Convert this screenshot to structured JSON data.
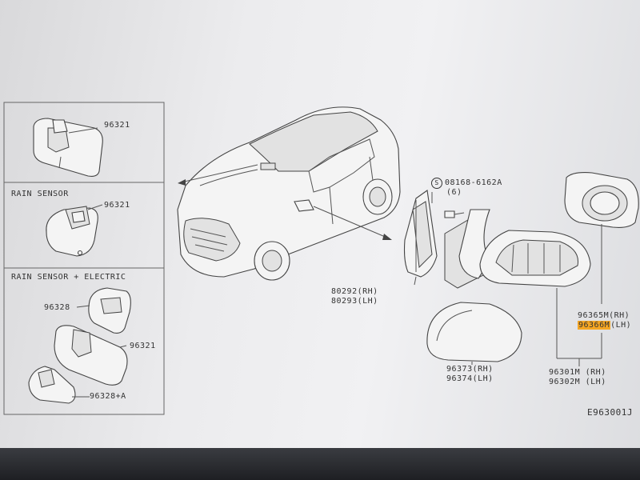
{
  "panels": {
    "panel1": {
      "part": "96321"
    },
    "panel2": {
      "title": "RAIN SENSOR",
      "part": "96321"
    },
    "panel3": {
      "title": "RAIN SENSOR + ELECTRIC",
      "part_cover": "96328",
      "part_mirror": "96321",
      "part_lower": "96328+A"
    }
  },
  "parts": {
    "screw": {
      "symbol": "S",
      "code": "08168-6162A",
      "qty": "(6)"
    },
    "finisher": {
      "rh": "80292(RH)",
      "lh": "80293(LH)"
    },
    "glass": {
      "rh": "96365M(RH)",
      "lh_code": "96366M",
      "lh_suffix": "(LH)"
    },
    "cover": {
      "rh": "96373(RH)",
      "lh": "96374(LH)"
    },
    "assembly": {
      "rh": "96301M (RH)",
      "lh": "96302M (LH)"
    }
  },
  "figure_id": "E963001J"
}
